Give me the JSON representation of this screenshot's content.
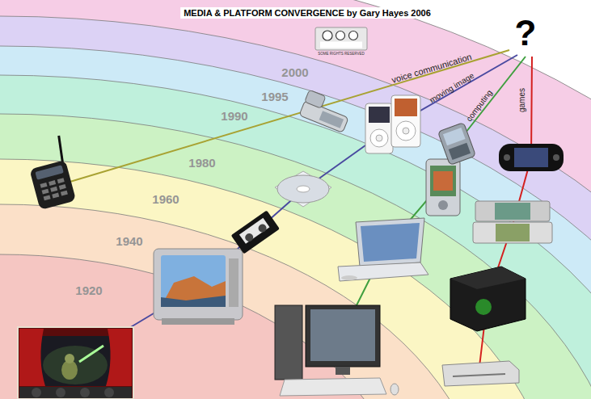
{
  "diagram": {
    "title": "MEDIA & PLATFORM CONVERGENCE by Gary Hayes 2006",
    "labels": [
      "SOME RIGHTS RESERVED",
      "?",
      "2000",
      "1995",
      "1990",
      "1980",
      "1960",
      "1940",
      "1920",
      "voice communication",
      "moving image",
      "computing",
      "games"
    ]
  }
}
